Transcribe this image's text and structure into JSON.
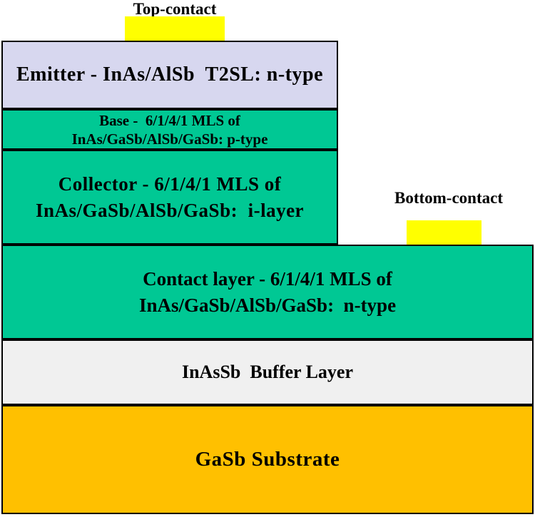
{
  "contacts": {
    "top_label": "Top-contact",
    "bottom_label": "Bottom-contact"
  },
  "layers": [
    {
      "name": "emitter",
      "lines": [
        "Emitter - InAs/AlSb  T2SL: n-type"
      ]
    },
    {
      "name": "base",
      "lines": [
        "Base -  6/1/4/1 MLS of",
        "InAs/GaSb/AlSb/GaSb: p-type"
      ]
    },
    {
      "name": "collector",
      "lines": [
        "Collector - 6/1/4/1 MLS of",
        "InAs/GaSb/AlSb/GaSb:  i-layer"
      ]
    },
    {
      "name": "contact_layer",
      "lines": [
        "Contact layer - 6/1/4/1 MLS of",
        "InAs/GaSb/AlSb/GaSb:  n-type"
      ]
    },
    {
      "name": "buffer",
      "lines": [
        "InAsSb  Buffer Layer"
      ]
    },
    {
      "name": "substrate",
      "lines": [
        "GaSb Substrate"
      ]
    }
  ],
  "colors": {
    "emitter_lavender": "#D7D7EF",
    "mls_green": "#00C894",
    "contact_pad_yellow": "#FFFF00",
    "buffer_gray": "#F0F0F0",
    "substrate_gold": "#FFC000",
    "border_black": "#000000"
  }
}
